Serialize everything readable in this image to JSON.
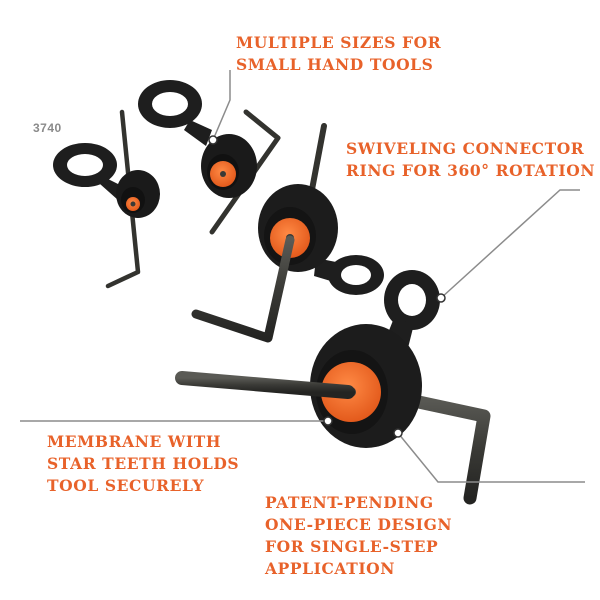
{
  "model_number": "3740",
  "colors": {
    "accent": "#e8622a",
    "tether_black": "#1c1c1c",
    "hex_key": "#3a3a36",
    "membrane_orange": "#f06a2a",
    "leader_line": "#8c8c8c"
  },
  "callouts": {
    "multiple_sizes": [
      "MULTIPLE SIZES FOR",
      "SMALL HAND TOOLS"
    ],
    "swiveling": [
      "SWIVELING CONNECTOR",
      "RING FOR 360° ROTATION"
    ],
    "membrane": [
      "MEMBRANE WITH",
      "STAR TEETH HOLDS",
      "TOOL SECURELY"
    ],
    "patent": [
      "PATENT-PENDING",
      "ONE-PIECE DESIGN",
      "FOR SINGLE-STEP",
      "APPLICATION"
    ]
  }
}
